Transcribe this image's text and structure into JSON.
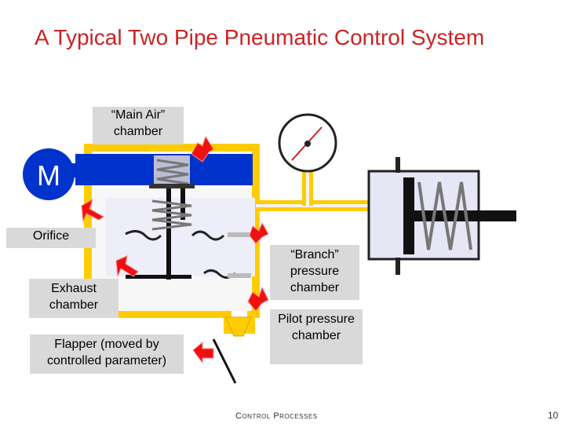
{
  "title": "A Typical Two Pipe Pneumatic Control System",
  "motor_label": "M",
  "labels": {
    "main_air": "“Main Air” chamber",
    "orifice": "Orifice",
    "exhaust": "Exhaust chamber",
    "flapper": "Flapper (moved by controlled parameter)",
    "branch": "“Branch” pressure chamber",
    "pilot": "Pilot pressure chamber"
  },
  "footer": {
    "center": "Control Processes",
    "page_number": "10"
  },
  "colors": {
    "title": "#cc2222",
    "pipe_yellow": "#ffcc00",
    "main_air_blue": "#0033cc",
    "chamber_fill": "#e6e6f5",
    "arrow_red": "#ee1111",
    "label_bg": "#d9d9d9"
  },
  "icons": [
    "pressure-gauge-icon",
    "spring-icon",
    "motor-icon",
    "arrow-icon"
  ]
}
